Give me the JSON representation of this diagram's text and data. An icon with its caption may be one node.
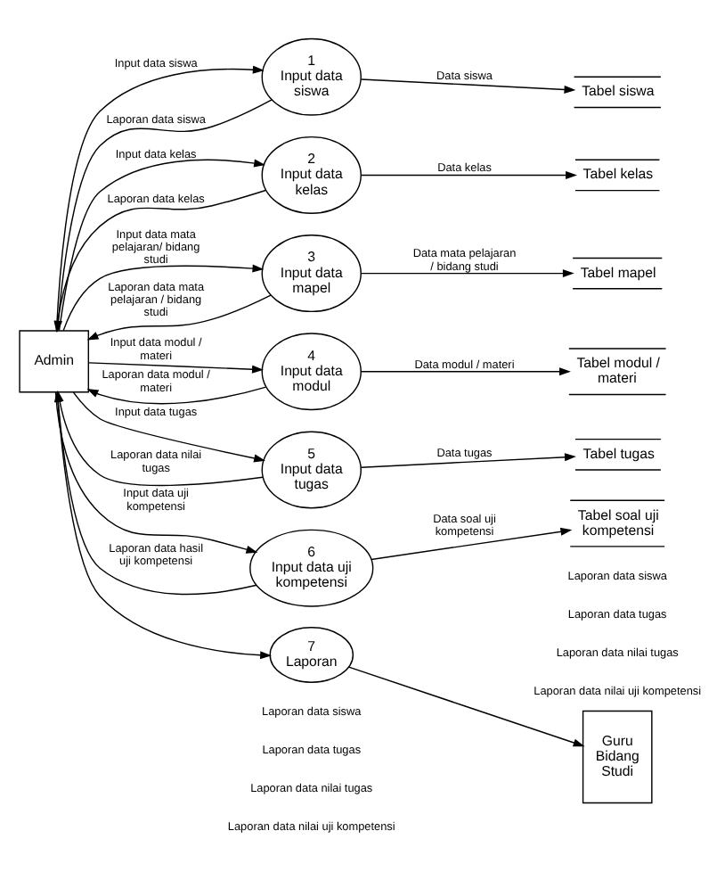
{
  "diagram": {
    "nodes": [
      {
        "text": [
          "Admin"
        ]
      },
      {
        "text": [
          "1",
          "Input data siswa"
        ]
      },
      {
        "text": [
          "Tabel siswa"
        ]
      },
      {
        "text": [
          "2",
          "Input data kelas"
        ]
      },
      {
        "text": [
          "Tabel kelas"
        ]
      },
      {
        "text": [
          "3",
          "Input data mapel"
        ]
      },
      {
        "text": [
          "Tabel mapel"
        ]
      },
      {
        "text": [
          "4",
          "Input data modul"
        ]
      },
      {
        "text": [
          "Tabel modul / materi"
        ]
      },
      {
        "text": [
          "5",
          "Input data tugas"
        ]
      },
      {
        "text": [
          "Tabel tugas"
        ]
      },
      {
        "text": [
          "6",
          "Input data uji kompetensi"
        ]
      },
      {
        "text": [
          "Tabel soal uji kompetensi"
        ]
      },
      {
        "text": [
          "7",
          "Laporan"
        ]
      },
      {
        "text": [
          "Guru Bidang Studi"
        ]
      }
    ],
    "edges": [
      {
        "from": 0,
        "to": 1,
        "arrow": "to",
        "label": "Input data siswa"
      },
      {
        "from": 1,
        "to": 0,
        "arrow": "to",
        "label": "Laporan data siswa"
      },
      {
        "from": 1,
        "to": 2,
        "arrow": "to",
        "label": "Data siswa"
      },
      {
        "from": 0,
        "to": 3,
        "arrow": "to",
        "label": "Input data kelas"
      },
      {
        "from": 3,
        "to": 0,
        "arrow": "to",
        "label": "Laporan data kelas"
      },
      {
        "from": 3,
        "to": 4,
        "arrow": "to",
        "label": "Data kelas"
      },
      {
        "from": 0,
        "to": 5,
        "arrow": "to",
        "label": "Input data mata pelajaran/ bidang studi"
      },
      {
        "from": 5,
        "to": 0,
        "arrow": "to",
        "label": "Laporan data mata pelajaran / bidang studi"
      },
      {
        "from": 5,
        "to": 6,
        "arrow": "to",
        "label": "Data mata pelajaran / bidang studi"
      },
      {
        "from": 0,
        "to": 7,
        "arrow": "to",
        "label": "Input data modul / materi"
      },
      {
        "from": 7,
        "to": 0,
        "arrow": "to",
        "label": "Laporan data modul / materi"
      },
      {
        "from": 7,
        "to": 8,
        "arrow": "to",
        "label": "Data modul / materi"
      },
      {
        "from": 0,
        "to": 9,
        "arrow": "to",
        "label": "Input data tugas"
      },
      {
        "from": 9,
        "to": 0,
        "arrow": "to",
        "label": "Laporan data nilai tugas"
      },
      {
        "from": 9,
        "to": 10,
        "arrow": "to",
        "label": "Data tugas"
      },
      {
        "from": 0,
        "to": 11,
        "arrow": "to",
        "label": "Input data uji kompetensi"
      },
      {
        "from": 11,
        "to": 0,
        "arrow": "to",
        "label": "Laporan data hasil uji kompetensi"
      },
      {
        "from": 11,
        "to": 12,
        "arrow": "to",
        "label": "Data soal uji kompetensi"
      },
      {
        "from": 0,
        "to": 13,
        "arrow": "to"
      },
      {
        "from": 13,
        "to": 14,
        "arrow": "to"
      }
    ],
    "labels": [
      "Laporan data siswa",
      "Laporan data tugas",
      "Laporan data nilai tugas",
      "Laporan data nilai uji kompetensi",
      "Laporan data siswa",
      "Laporan data tugas",
      "Laporan data nilai tugas",
      "Laporan data nilai uji kompetensi"
    ]
  }
}
